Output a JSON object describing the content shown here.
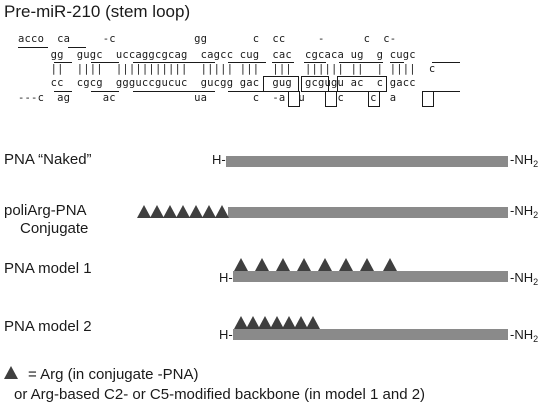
{
  "title": "Pre-miR-210 (stem loop)",
  "hairpin": {
    "row1": "acco  ca     -c            gg       c  cc     -      c  c-",
    "row2": "     gg  gugc  uccaggcgcag  cagcc cug  cac  cgcaca ug  g cugc",
    "row3": "     ||  ||||  |||||||||||  ||||| |||  |||  |||||| ||  | ||||  c",
    "row4": "     cc  cgcg  ggguccgucuc  gucgg gac  gug  gcgugu ac  c gacc",
    "row5": "---c  ag     ac            ua       c  -a  u     c    c  a"
  },
  "constructs": [
    {
      "label": "PNA “Naked”",
      "h": "H-",
      "nh": "-NH",
      "sub": "2"
    },
    {
      "label": "poliArg-PNA",
      "label2": "Conjugate",
      "nh": "-NH",
      "sub": "2"
    },
    {
      "label": "PNA model 1",
      "h": "H-",
      "nh": "-NH",
      "sub": "2"
    },
    {
      "label": "PNA model 2",
      "h": "H-",
      "nh": "-NH",
      "sub": "2"
    }
  ],
  "legend": {
    "line1": "= Arg (in conjugate -PNA)",
    "line2": "or Arg-based C2- or C5-modified backbone (in model 1 and 2)"
  },
  "colors": {
    "bar": "#8a8a8a",
    "arg": "#3f3f3f"
  }
}
